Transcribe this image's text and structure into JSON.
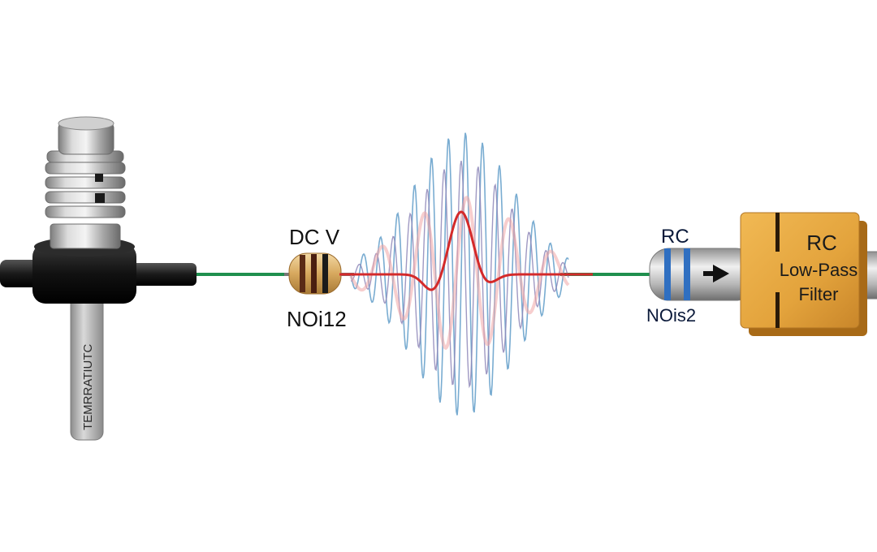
{
  "labels": {
    "sensor_stem": "TEMRRATIUTC",
    "dc_source": "DC V",
    "noise_1": "NOi12",
    "rc_ring": "RC",
    "noise_2": "NOis2",
    "filter_line1": "RC",
    "filter_line2": "Low-Pass",
    "filter_line3": "Filter"
  },
  "icons": {
    "sensor": "temperature-probe-icon",
    "resistor": "resistor-icon",
    "waves": "noise-waveform-icon",
    "connector": "coax-connector-icon",
    "arrow": "arrow-right-icon",
    "filter": "filter-box-icon"
  },
  "colors": {
    "wire": "#1f8f4e",
    "signal": "#d42a2a",
    "noise_blue": "#6aa3cc",
    "noise_purple": "#8e87b8",
    "noise_pink": "#f1a6a6",
    "filter_body": "#e4a73f",
    "connector_band": "#2f6fc1"
  }
}
